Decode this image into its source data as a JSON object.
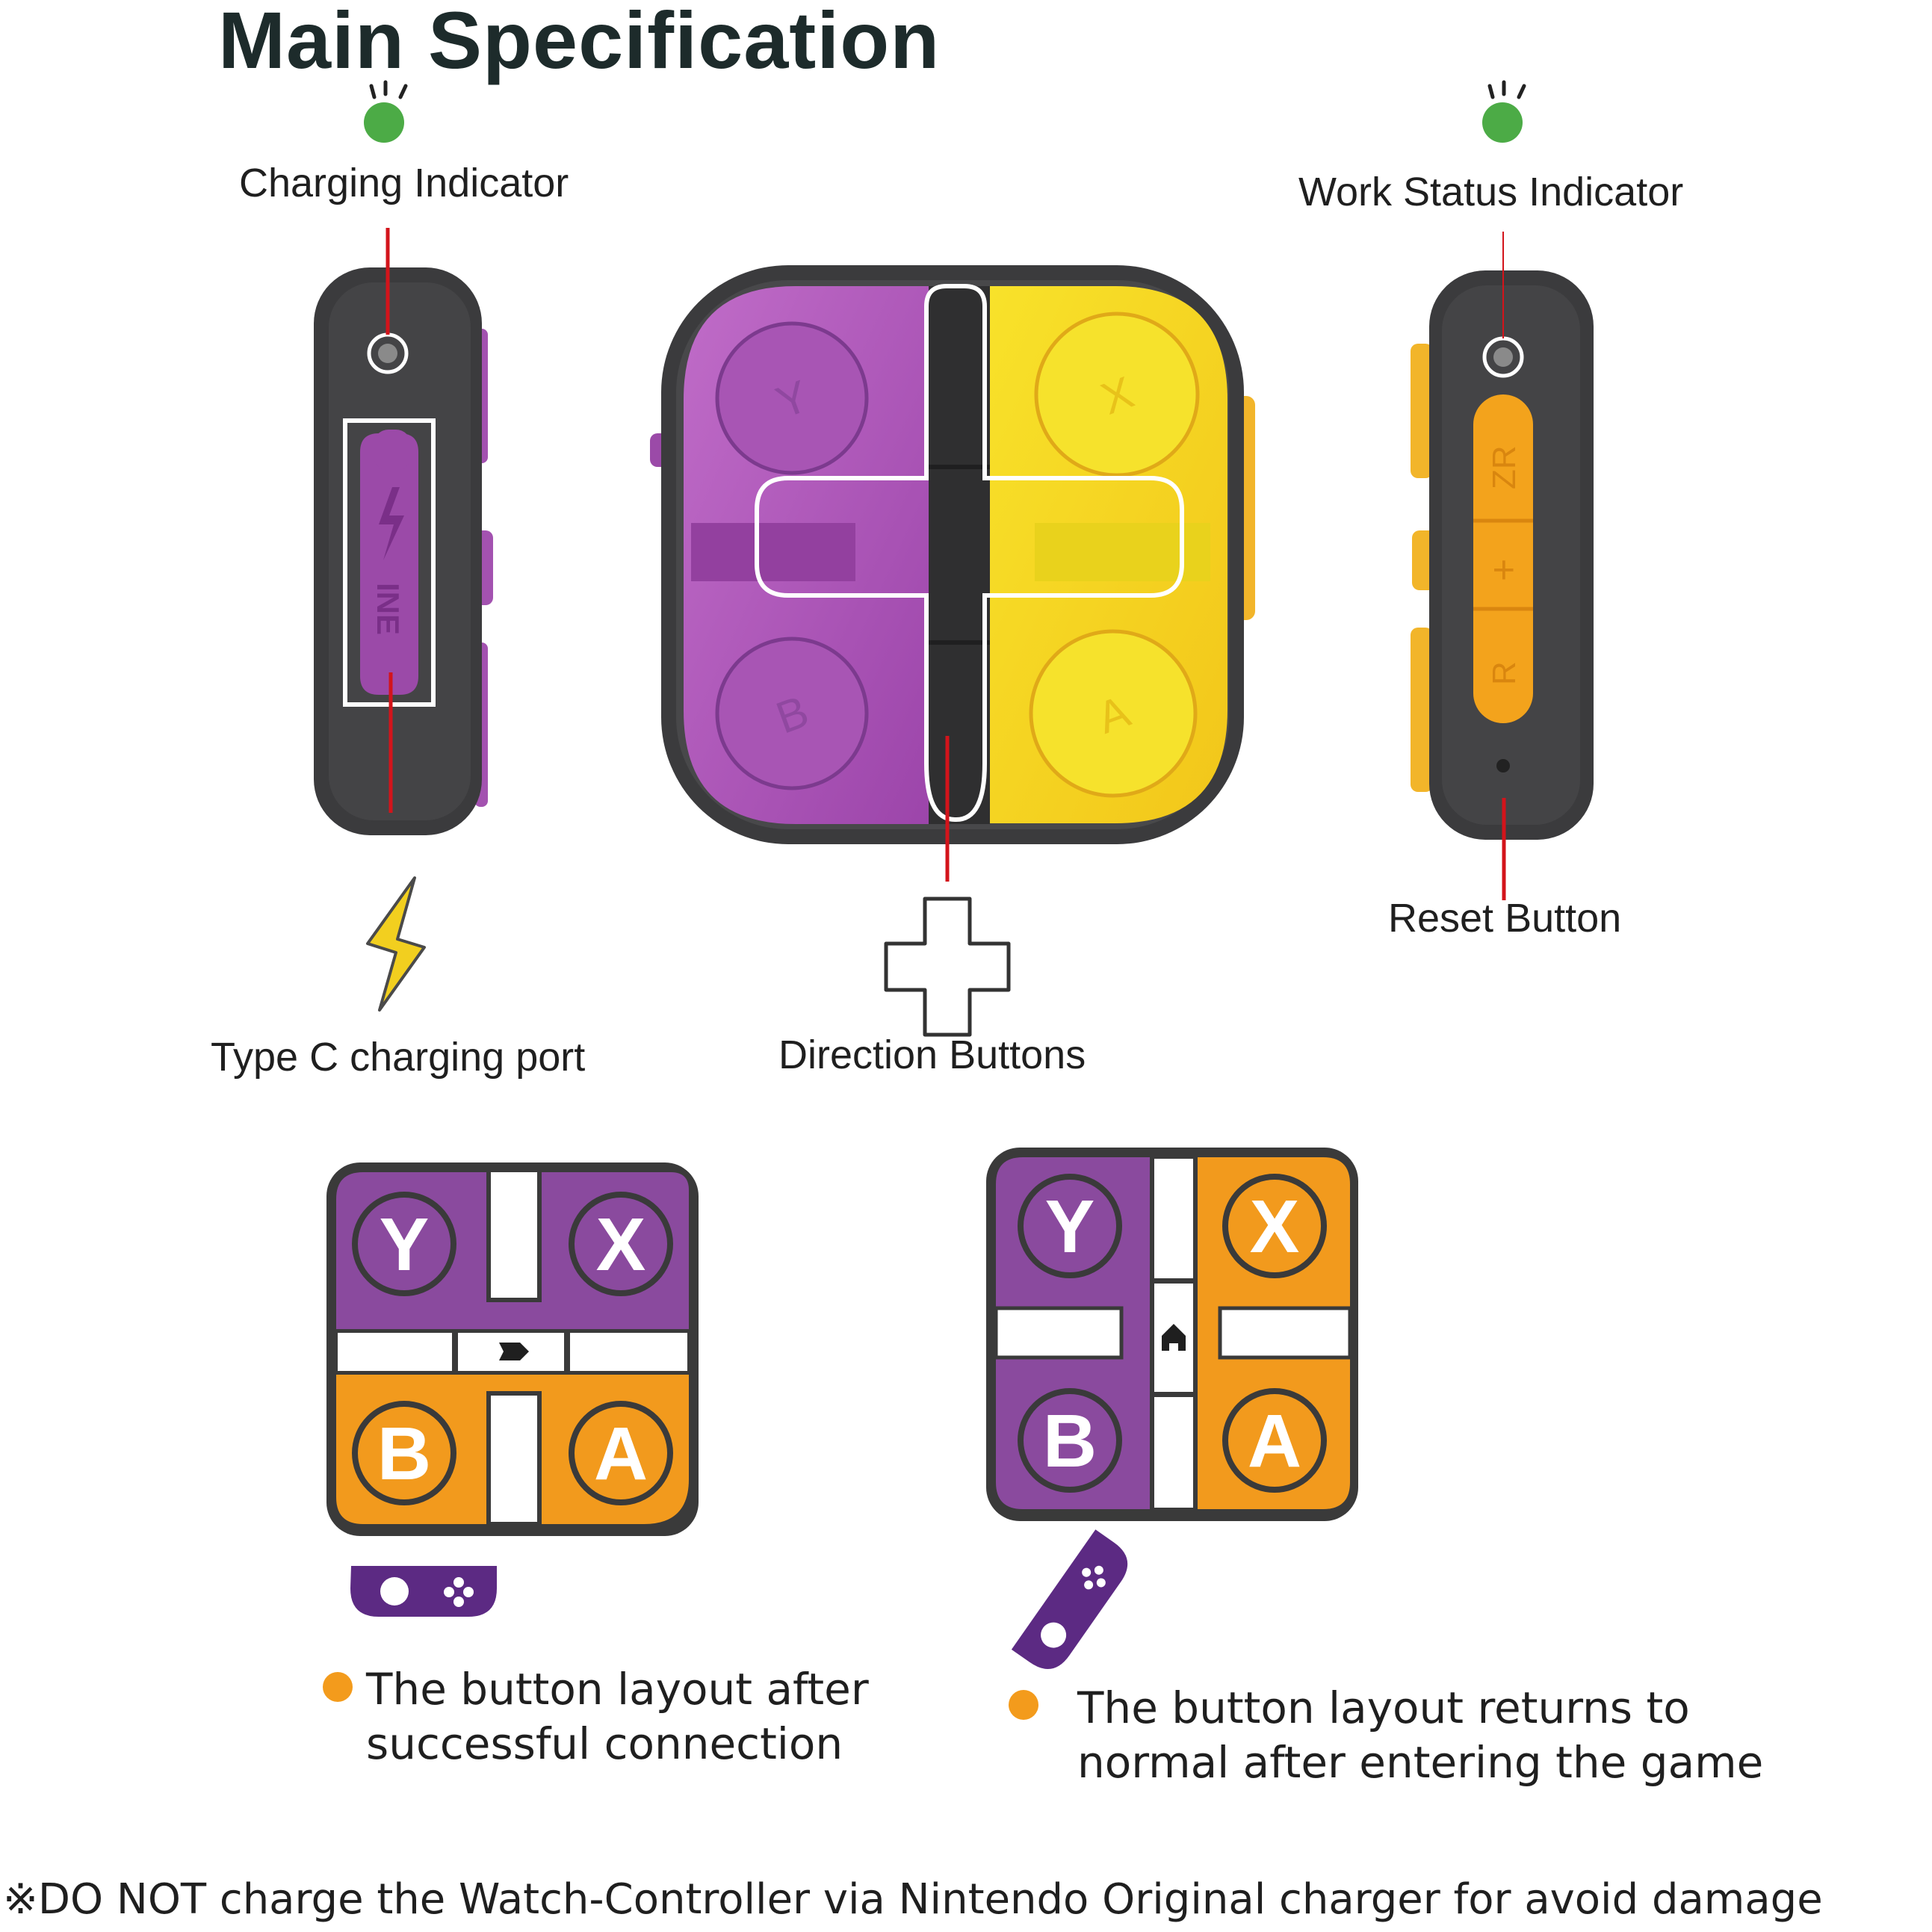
{
  "title": "Main Specification",
  "callouts": {
    "charging_indicator": "Charging Indicator",
    "work_status_indicator": "Work Status Indicator",
    "type_c_port": "Type C charging port",
    "direction_buttons": "Direction Buttons",
    "reset_button": "Reset Button"
  },
  "device": {
    "left_side_port_text": "INE",
    "left_buttons": [
      "Y",
      "B"
    ],
    "right_buttons": [
      "X",
      "A"
    ],
    "right_side_buttons": [
      "ZR",
      "+",
      "R"
    ]
  },
  "layouts": [
    {
      "buttons": {
        "top_left": "Y",
        "top_right": "X",
        "bottom_left": "B",
        "bottom_right": "A"
      },
      "caption_line1": "The button layout after",
      "caption_line2": "successful connection"
    },
    {
      "buttons": {
        "top_left": "Y",
        "top_right": "X",
        "bottom_left": "B",
        "bottom_right": "A"
      },
      "caption_line1": "The button layout returns to",
      "caption_line2": "normal after entering the game"
    }
  ],
  "notice": "※DO NOT charge the Watch-Controller via Nintendo Original charger for avoid damage",
  "colors": {
    "purple": "#8a4a9e",
    "device_purple": "#a352b0",
    "orange": "#f29a1d",
    "yellow": "#f6d21c",
    "indicator_green": "#4cab46",
    "callout_red": "#d3141b",
    "body_dark": "#3b3b3d",
    "bullet_orange": "#f39b1c"
  },
  "icons": [
    "led-burst-icon",
    "lightning-bolt-icon",
    "dpad-outline-icon",
    "home-icon",
    "capture-icon",
    "joycon-horizontal-icon",
    "joycon-vertical-icon"
  ]
}
